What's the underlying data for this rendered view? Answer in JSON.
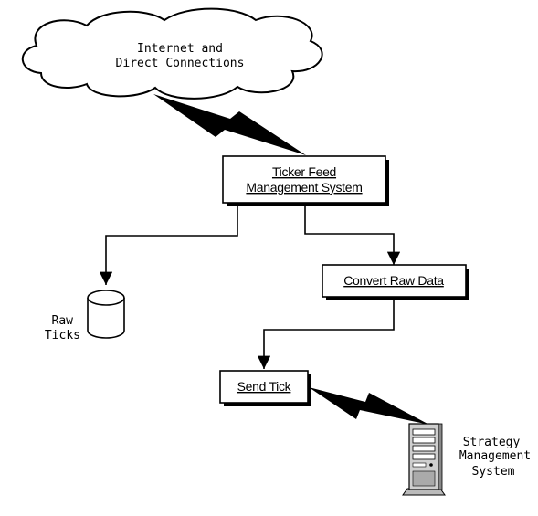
{
  "diagram": {
    "cloud": {
      "line1": "Internet and",
      "line2": "Direct Connections"
    },
    "ticker_box": {
      "line1": "Ticker Feed",
      "line2": "Management System"
    },
    "convert_box": {
      "label": "Convert Raw Data"
    },
    "send_box": {
      "label": "Send Tick"
    },
    "raw_ticks": {
      "line1": "Raw",
      "line2": "Ticks"
    },
    "strategy": {
      "line1": "Strategy",
      "line2": "Management",
      "line3": "System"
    }
  },
  "colors": {
    "stroke": "#000000",
    "background": "#ffffff",
    "server_body": "#cfcfcf"
  },
  "icons": [
    "cloud-icon",
    "database-icon",
    "server-icon",
    "lightning-link-icon"
  ]
}
